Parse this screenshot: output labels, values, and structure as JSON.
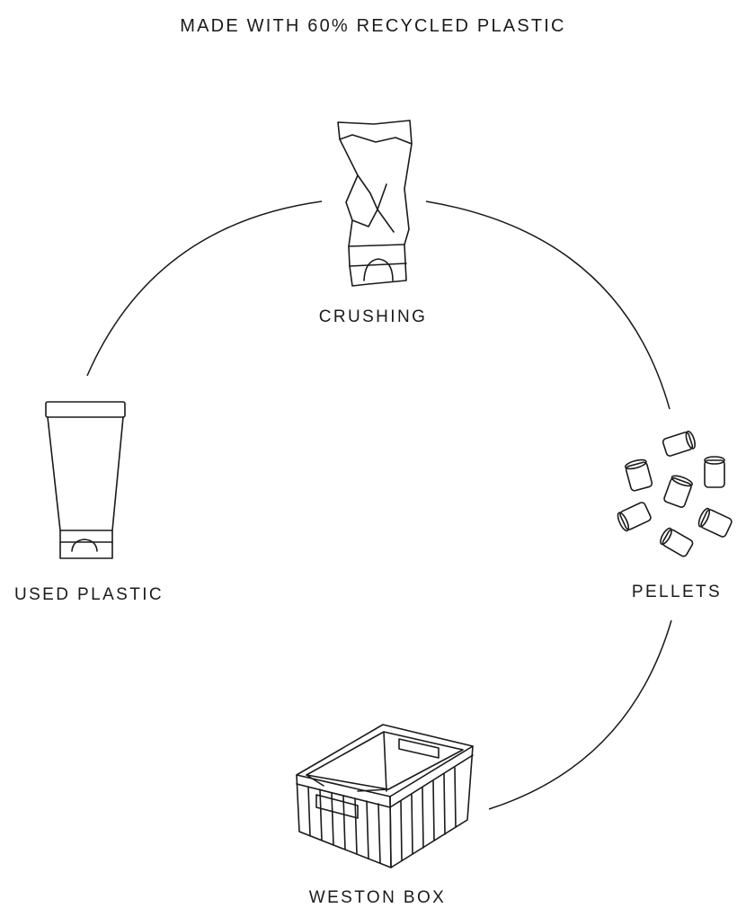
{
  "title": "MADE WITH 60% RECYCLED PLASTIC",
  "steps": [
    {
      "label": "CRUSHING",
      "icon": "crushed-tube-icon"
    },
    {
      "label": "PELLETS",
      "icon": "pellets-icon"
    },
    {
      "label": "WESTON BOX",
      "icon": "storage-box-icon"
    },
    {
      "label": "USED PLASTIC",
      "icon": "plastic-tube-icon"
    }
  ]
}
